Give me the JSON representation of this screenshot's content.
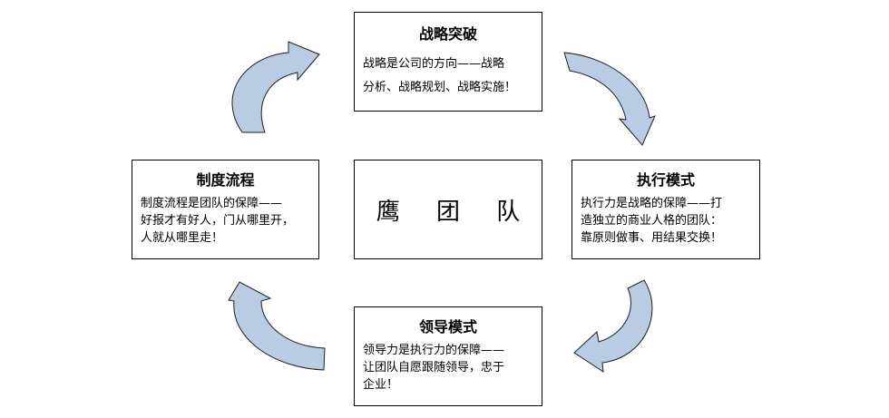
{
  "center": {
    "label": "鹰 团 队"
  },
  "nodes": {
    "top": {
      "title": "战略突破",
      "text": "战略是公司的方向——战略\n分析、战略规划、战略实施！"
    },
    "right": {
      "title": "执行模式",
      "text": "执行力是战略的保障——打\n造独立的商业人格的团队：\n靠原则做事、用结果交换！"
    },
    "bottom": {
      "title": "领导模式",
      "text": "领导力是执行力的保障——\n让团队自愿跟随领导，忠于\n企业！"
    },
    "left": {
      "title": "制度流程",
      "text": "制度流程是团队的保障——\n好报才有好人，门从哪里开，\n人就从哪里走！"
    }
  },
  "colors": {
    "arrow_fill": "#b9cce4",
    "border": "#000000"
  }
}
